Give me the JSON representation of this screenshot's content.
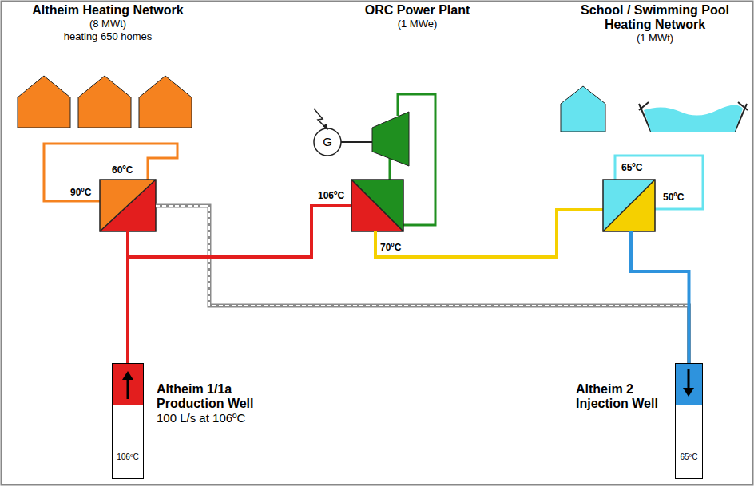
{
  "diagram": {
    "nodes": [
      {
        "text": [
          "Altheim Heating Network",
          "(8 MWt)",
          "heating 650 homes"
        ]
      },
      {
        "text": [
          "ORC Power Plant",
          "(1 MWe)"
        ]
      },
      {
        "text": [
          "School / Swimming Pool Heating Network",
          "(1 MWt)"
        ]
      },
      {
        "text": [
          "Altheim 1/1a Production Well",
          "100 L/s at 106ºC",
          "106ºC"
        ]
      },
      {
        "text": [
          "Altheim 2 Injection Well",
          "65ºC"
        ]
      }
    ],
    "edges": [
      {
        "from": 3,
        "to": 0,
        "arrow": "none"
      },
      {
        "from": 3,
        "to": 1,
        "arrow": "none"
      },
      {
        "from": 1,
        "to": 2,
        "label": "70ºC",
        "arrow": "none"
      },
      {
        "from": 2,
        "to": 4,
        "arrow": "none"
      },
      {
        "from": 0,
        "to": 4,
        "arrow": "none"
      }
    ],
    "labels": [
      "60ºC",
      "90ºC",
      "106ºC",
      "G",
      "65ºC",
      "50ºC"
    ]
  }
}
